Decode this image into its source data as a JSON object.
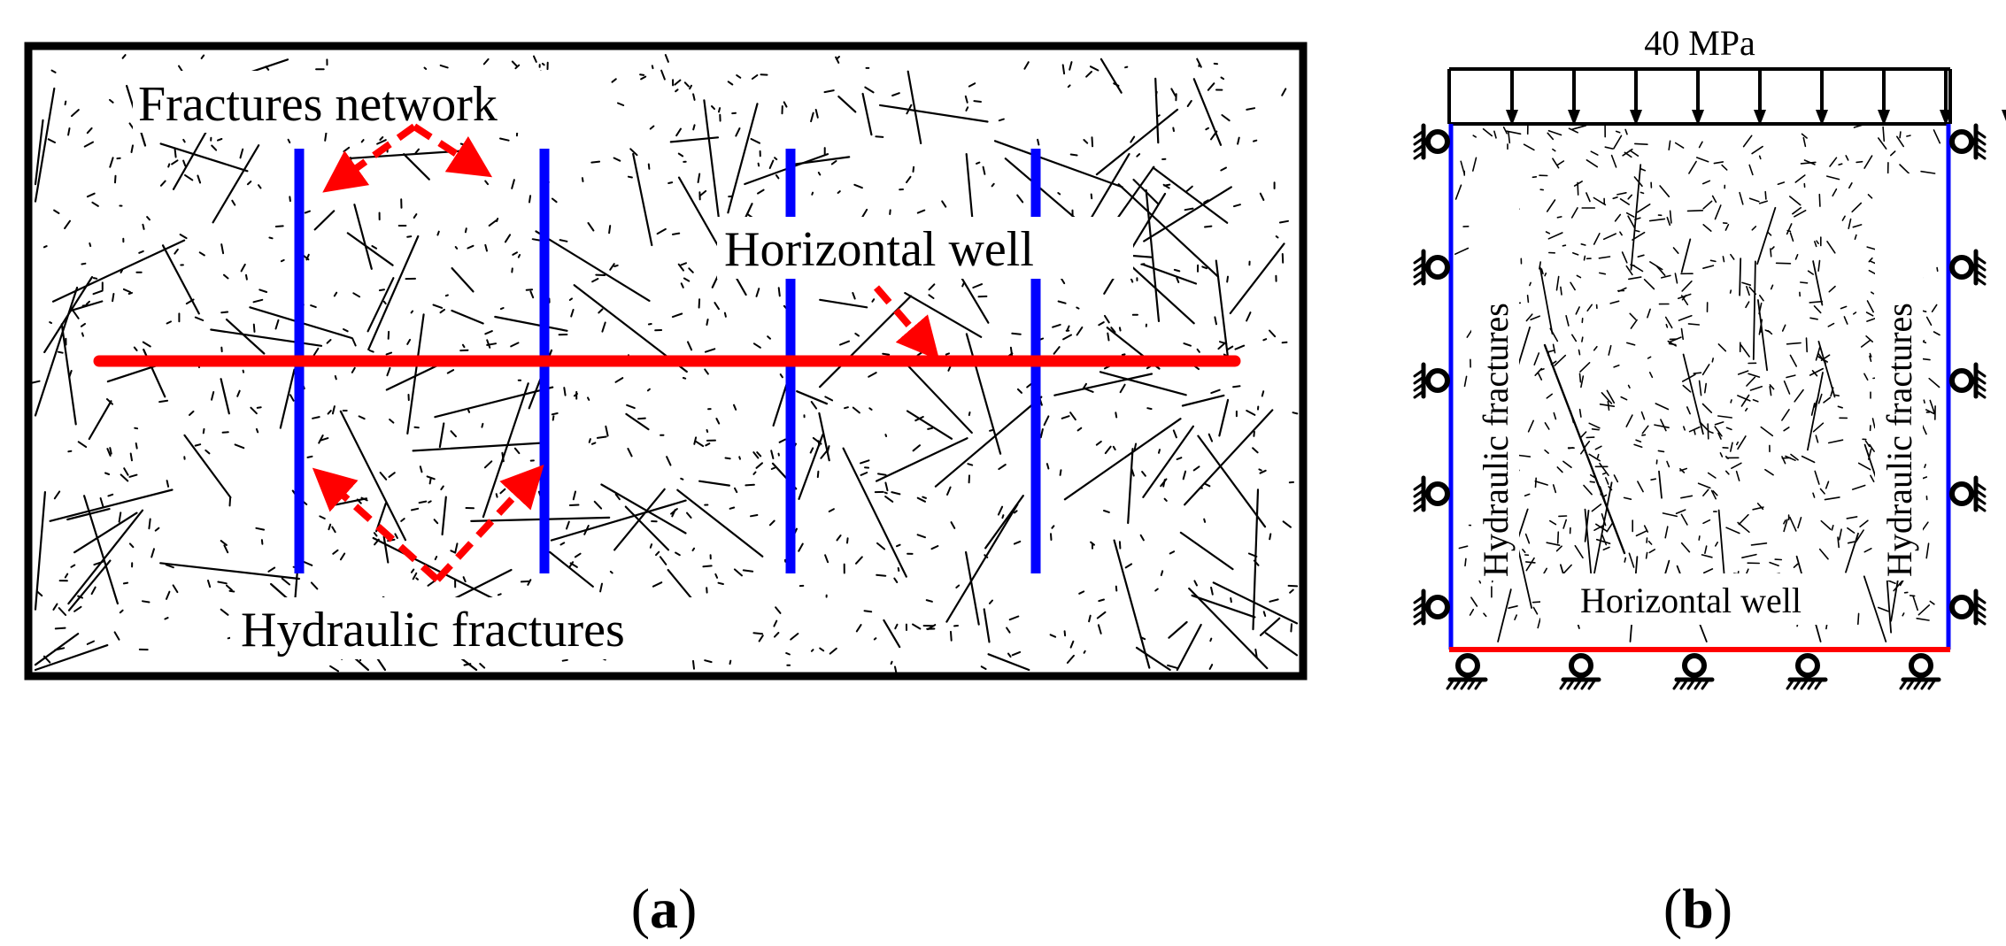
{
  "panel_a": {
    "label_fracture_network": "Fractures network",
    "label_horizontal_well": "Horizontal well",
    "label_hydraulic_fractures": "Hydraulic fractures",
    "caption_open": "(",
    "caption_letter": "a",
    "caption_close": ")"
  },
  "panel_b": {
    "label_load": "40 MPa",
    "label_hydraulic_fractures_left": "Hydraulic fractures",
    "label_hydraulic_fractures_right": "Hydraulic fractures",
    "label_horizontal_well": "Horizontal well",
    "caption_open": "(",
    "caption_letter": "b",
    "caption_close": ")"
  },
  "colors": {
    "well": "#ff0000",
    "hydraulic_fracture": "#0000ff",
    "natural_fracture": "#000000",
    "border": "#000000",
    "arrow": "#ff0000"
  },
  "icons": [
    "load-arrow-icon",
    "roller-support-icon",
    "dashed-arrow-icon"
  ]
}
